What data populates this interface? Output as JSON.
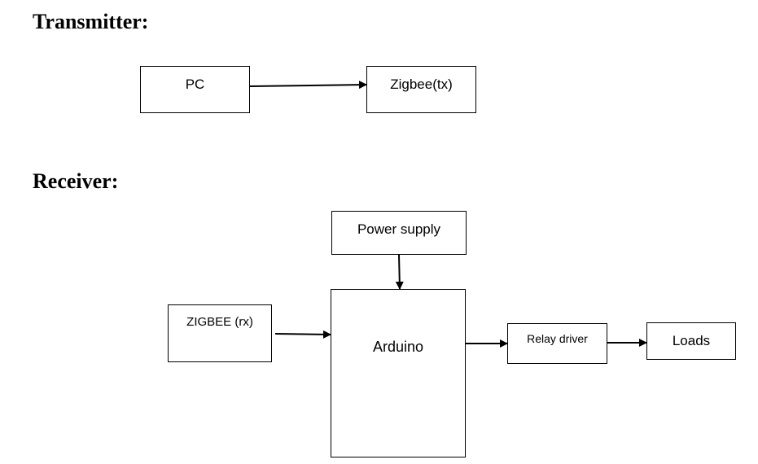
{
  "headings": {
    "transmitter": "Transmitter:",
    "receiver": "Receiver:"
  },
  "blocks": {
    "pc": "PC",
    "zigbee_tx": "Zigbee(tx)",
    "power_supply": "Power supply",
    "zigbee_rx": "ZIGBEE (rx)",
    "arduino": "Arduino",
    "relay_driver": "Relay driver",
    "loads": "Loads"
  },
  "connections": [
    {
      "from": "PC",
      "to": "Zigbee(tx)"
    },
    {
      "from": "Power supply",
      "to": "Arduino"
    },
    {
      "from": "ZIGBEE (rx)",
      "to": "Arduino"
    },
    {
      "from": "Arduino",
      "to": "Relay driver"
    },
    {
      "from": "Relay driver",
      "to": "Loads"
    }
  ],
  "colors": {
    "line": "#000000",
    "background": "#ffffff"
  }
}
